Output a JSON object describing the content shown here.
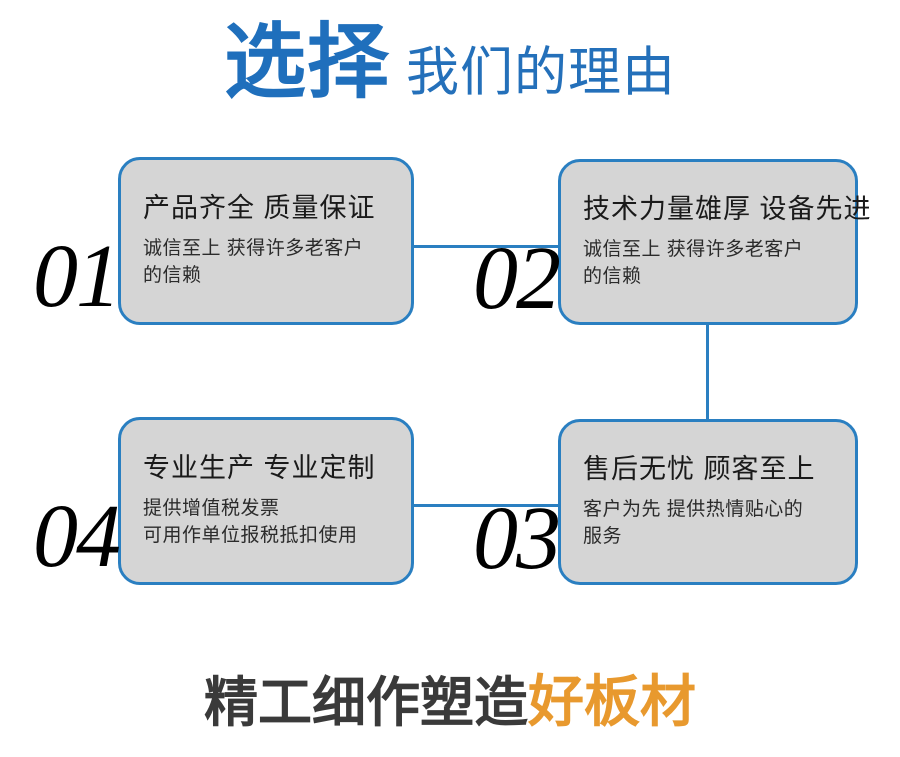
{
  "header": {
    "main_text": "选择",
    "sub_text": "我们的理由",
    "main_color": "#1f6fbc",
    "sub_color": "#2470ba"
  },
  "cards": [
    {
      "number": "01",
      "title": "产品齐全 质量保证",
      "desc_lines": [
        "诚信至上 获得许多老客户",
        "的信赖"
      ]
    },
    {
      "number": "02",
      "title": "技术力量雄厚 设备先进",
      "desc_lines": [
        "诚信至上 获得许多老客户",
        "的信赖"
      ]
    },
    {
      "number": "03",
      "title": "售后无忧 顾客至上",
      "desc_lines": [
        "客户为先 提供热情贴心的",
        "服务"
      ]
    },
    {
      "number": "04",
      "title": "专业生产 专业定制",
      "desc_lines": [
        "提供增值税发票",
        "可用作单位报税抵扣使用"
      ]
    }
  ],
  "footer": {
    "dark_text": "精工细作塑造",
    "accent_text": "好板材",
    "dark_color": "#3a3a3a",
    "accent_color": "#e8992e"
  },
  "theme": {
    "card_fill": "#d5d5d5",
    "card_border": "#2a7fc1",
    "connector_color": "#2a7fc1",
    "number_color": "#000000",
    "background": "#ffffff"
  }
}
